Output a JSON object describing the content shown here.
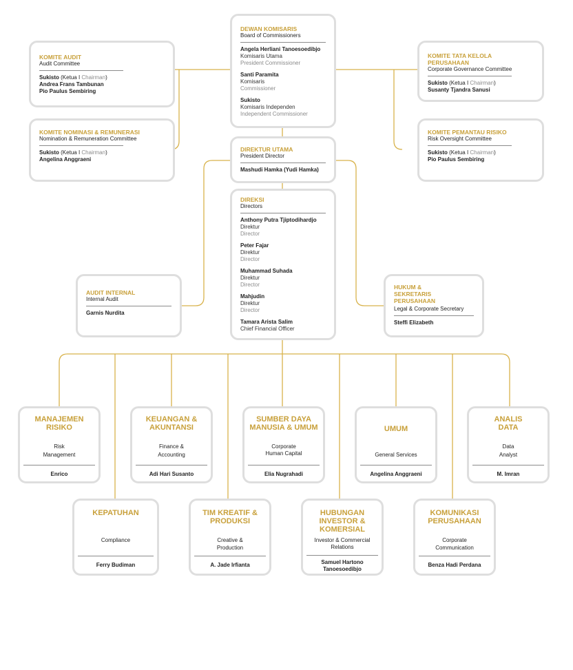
{
  "board": {
    "title": "DEWAN KOMISARIS",
    "subtitle": "Board of Commissioners",
    "members": [
      {
        "name": "Angela Herliani Tanoesoedibjo",
        "role": "Komisaris Utama",
        "role_en": "President Commissioner"
      },
      {
        "name": "Santi Paramita",
        "role": "Komisaris",
        "role_en": "Commissioner"
      },
      {
        "name": "Sukisto",
        "role": "Komisaris Independen",
        "role_en": "Independent Commissioner"
      }
    ]
  },
  "audit_committee": {
    "title": "KOMITE AUDIT",
    "subtitle": "Audit Committee",
    "chair": "Sukisto",
    "chair_open": "(Ketua",
    "chair_sep": " I ",
    "chair_en": "Chairman",
    "chair_close": ")",
    "members": [
      "Andrea Frans Tambunan",
      "Pio Paulus Sembiring"
    ]
  },
  "nomination_committee": {
    "title": "KOMITE NOMINASI & REMUNERASI",
    "subtitle": "Nomination & Remuneration Committee",
    "chair": "Sukisto",
    "chair_open": "(Ketua",
    "chair_sep": " I ",
    "chair_en": "Chairman",
    "chair_close": ")",
    "members": [
      "Angelina Anggraeni"
    ]
  },
  "governance_committee": {
    "title": "KOMITE TATA KELOLA PERUSAHAAN",
    "subtitle": "Corporate Governance Committee",
    "chair": "Sukisto",
    "chair_open": "(Ketua",
    "chair_sep": " I ",
    "chair_en": "Chairman",
    "chair_close": ")",
    "members": [
      "Susanty Tjandra Sanusi"
    ]
  },
  "risk_committee": {
    "title": "KOMITE PEMANTAU RISIKO",
    "subtitle": "Risk Oversight Committee",
    "chair": "Sukisto",
    "chair_open": "(Ketua",
    "chair_sep": " I ",
    "chair_en": "Chairman",
    "chair_close": ")",
    "members": [
      "Pio Paulus Sembiring"
    ]
  },
  "president_director": {
    "title": "DIREKTUR UTAMA",
    "subtitle": "President Director",
    "name": "Mashudi Hamka (Yudi Hamka)"
  },
  "directors": {
    "title": "DIREKSI",
    "subtitle": "Directors",
    "members": [
      {
        "name": "Anthony Putra Tjiptodihardjo",
        "role": "Direktur",
        "role_en": "Director"
      },
      {
        "name": "Peter Fajar",
        "role": "Direktur",
        "role_en": "Director"
      },
      {
        "name": "Muhammad Suhada",
        "role": "Direktur",
        "role_en": "Director"
      },
      {
        "name": "Mahjudin",
        "role": "Direktur",
        "role_en": "Director"
      },
      {
        "name": "Tamara Arista Salim",
        "role": "Chief Financial Officer",
        "role_en": ""
      }
    ]
  },
  "internal_audit": {
    "title": "AUDIT INTERNAL",
    "subtitle": "Internal Audit",
    "name": "Garnis Nurdita"
  },
  "legal": {
    "title_1": "HUKUM &",
    "title_2": "SEKRETARIS PERUSAHAAN",
    "subtitle": "Legal & Corporate Secretary",
    "name": "Steffi Elizabeth"
  },
  "departments_row1": [
    {
      "title_1": "MANAJEMEN",
      "title_2": "RISIKO",
      "sub_1": "Risk",
      "sub_2": "Management",
      "name_1": "Enrico",
      "name_2": ""
    },
    {
      "title_1": "KEUANGAN &",
      "title_2": "AKUNTANSI",
      "sub_1": "Finance &",
      "sub_2": "Accounting",
      "name_1": "Adi Hari Susanto",
      "name_2": ""
    },
    {
      "title_1": "SUMBER DAYA",
      "title_2": "MANUSIA & UMUM",
      "sub_1": "Corporate",
      "sub_2": "Human Capital",
      "name_1": "Elia Nugrahadi",
      "name_2": ""
    },
    {
      "title_1": "UMUM",
      "title_2": "",
      "sub_1": "General Services",
      "sub_2": "",
      "name_1": "Angelina Anggraeni",
      "name_2": ""
    },
    {
      "title_1": "ANALIS",
      "title_2": "DATA",
      "sub_1": "Data",
      "sub_2": "Analyst",
      "name_1": "M. Imran",
      "name_2": ""
    }
  ],
  "departments_row2": [
    {
      "title_1": "KEPATUHAN",
      "title_2": "",
      "title_3": "",
      "sub_1": "Compliance",
      "sub_2": "",
      "name_1": "Ferry Budiman",
      "name_2": ""
    },
    {
      "title_1": "TIM KREATIF &",
      "title_2": "PRODUKSI",
      "title_3": "",
      "sub_1": "Creative &",
      "sub_2": "Production",
      "name_1": "A. Jade Irfianta",
      "name_2": ""
    },
    {
      "title_1": "HUBUNGAN",
      "title_2": "INVESTOR &",
      "title_3": "KOMERSIAL",
      "sub_1": "Investor & Commercial",
      "sub_2": "Relations",
      "name_1": "Samuel Hartono",
      "name_2": "Tanoesoedibjo"
    },
    {
      "title_1": "KOMUNIKASI",
      "title_2": "PERUSAHAAN",
      "title_3": "",
      "sub_1": "Corporate",
      "sub_2": "Communication",
      "name_1": "Benza Hadi Perdana",
      "name_2": ""
    }
  ],
  "colors": {
    "accent": "#c8a03a",
    "box_border": "#dedede",
    "rule": "#8a8a8a"
  }
}
